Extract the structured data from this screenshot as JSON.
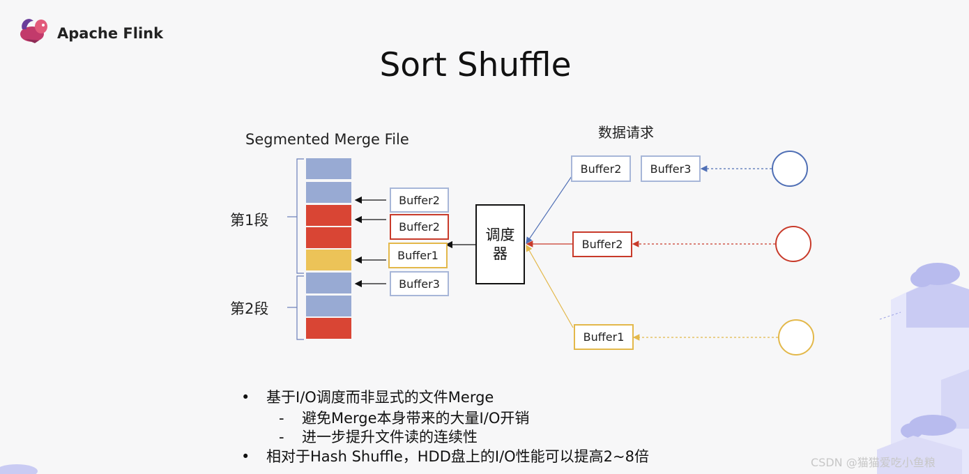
{
  "header": {
    "logo_text": "Apache Flink"
  },
  "title": "Sort Shuffle",
  "file": {
    "title": "Segmented Merge File",
    "segments": [
      "第1段",
      "第2段"
    ],
    "block_colors": [
      "#98aad3",
      "#98aad3",
      "#d94534",
      "#d94534",
      "#ecc358",
      "#98aad3",
      "#98aad3",
      "#d94534"
    ]
  },
  "write_buffers": [
    "Buffer2",
    "Buffer2",
    "Buffer1",
    "Buffer3"
  ],
  "scheduler_label": "调度器",
  "request": {
    "title": "数据请求",
    "blue_buffers": [
      "Buffer2",
      "Buffer3"
    ],
    "red_buffer": "Buffer2",
    "yellow_buffer": "Buffer1"
  },
  "colors": {
    "blue": "#4f6fb5",
    "red": "#c83a2a",
    "yellow": "#e3b84a",
    "blue_block": "#98aad3",
    "red_block": "#d94534",
    "yellow_block": "#ecc358"
  },
  "bullets": {
    "item1": "基于I/O调度而非显式的文件Merge",
    "sub1": "避免Merge本身带来的大量I/O开销",
    "sub2": "进一步提升文件读的连续性",
    "item2": "相对于Hash Shuffle，HDD盘上的I/O性能可以提高2~8倍",
    "bullet_mark": "•",
    "dash_mark": "-"
  },
  "watermark": "CSDN @猫猫爱吃小鱼粮"
}
